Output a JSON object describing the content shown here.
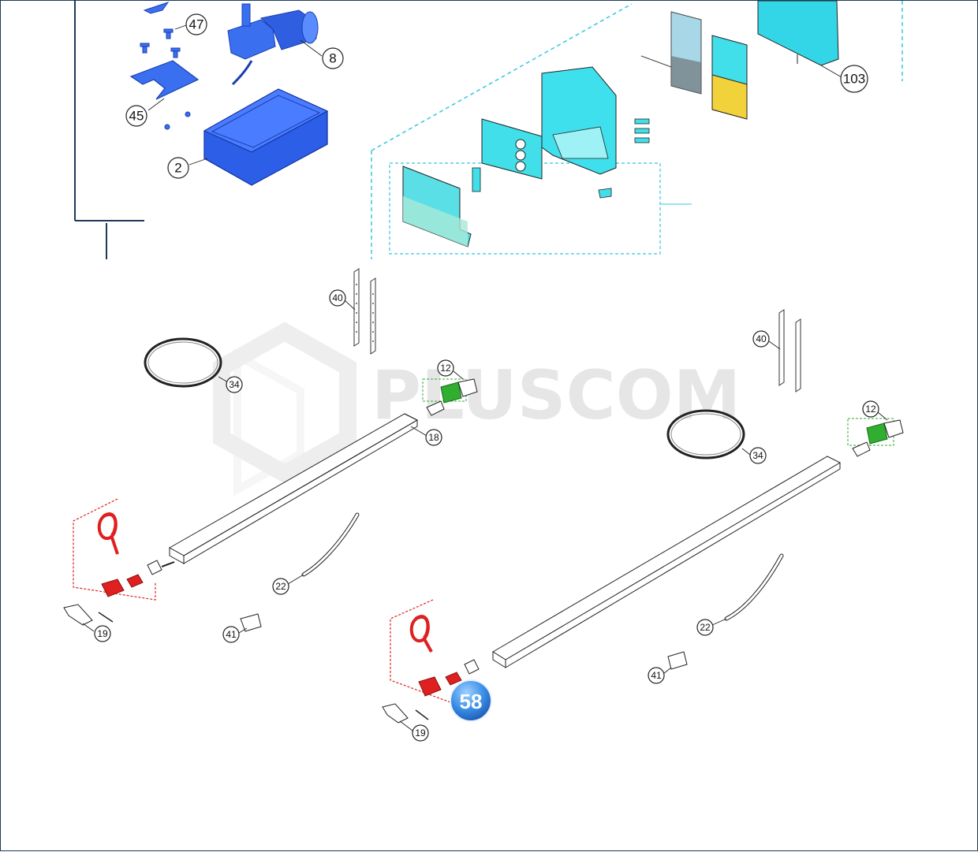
{
  "watermark": {
    "text": "PLUSCOM"
  },
  "badge": {
    "label": "58"
  },
  "callouts": {
    "c47": "47",
    "c8": "8",
    "c45": "45",
    "c2": "2",
    "c103": "103",
    "c40a": "40",
    "c34a": "34",
    "c12a": "12",
    "c18": "18",
    "c22a": "22",
    "c19a": "19",
    "c41a": "41",
    "c40b": "40",
    "c12b": "12",
    "c34b": "34",
    "c22b": "22",
    "c41b": "41",
    "c19b": "19"
  },
  "colors": {
    "motor_blue": "#1f4fd8",
    "panel_cyan": "#33d6e6",
    "board_yellow": "#f2d23a",
    "bracket_green": "#2fae2f",
    "highlight_red": "#e02020",
    "frame_navy": "#1c3a5a",
    "badge_blue": "#3a8ee6"
  }
}
